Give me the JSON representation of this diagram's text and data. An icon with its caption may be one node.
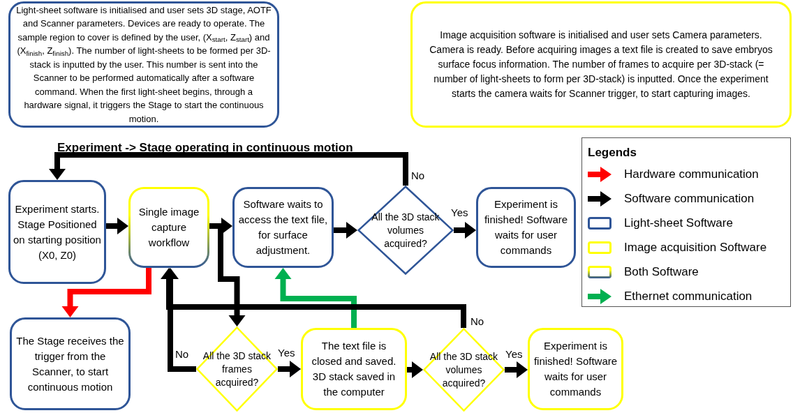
{
  "diagram": {
    "nodes": [
      {
        "text": [
          "Light-sheet software is initialised and user sets 3D stage, AOTF and Scanner parameters. Devices are ready to operate. The sample region to cover is defined by the user, (X$_{start}$, Z$_{start}$) and (X$_{finish}$, Z$_{finish}$). The number of light-sheets to be formed per 3D-stack is inputted by the user. This number is sent into the Scanner to be performed automatically after a software command. When the first light-sheet begins, through a hardware signal, it triggers the Stage to start the continuous motion."
        ]
      },
      {
        "text": [
          "Image acquisition software is initialised and user sets Camera parameters. Camera is ready. Before acquiring images a text file is created to save embryos surface focus information. The number of frames to acquire per 3D-stack (= number of light-sheets to form per 3D-stack) is inputted. Once the experiment starts the camera waits for Scanner trigger, to start capturing images."
        ]
      },
      {
        "text": [
          "Experiment starts. Stage Positioned on starting position (X0, Z0)"
        ]
      },
      {
        "text": [
          "Single image capture workflow"
        ]
      },
      {
        "text": [
          "Software waits to access the text file, for surface adjustment."
        ]
      },
      {
        "text": [
          "All the 3D stack volumes acquired?"
        ]
      },
      {
        "text": [
          "Experiment is finished! Software waits for user commands"
        ]
      },
      {
        "text": [
          "The Stage receives the trigger from the Scanner, to start continuous motion"
        ]
      },
      {
        "text": [
          "All the 3D stack frames acquired?"
        ]
      },
      {
        "text": [
          "The text file is closed and saved. 3D stack saved in the computer"
        ]
      },
      {
        "text": [
          "All the 3D stack volumes acquired?"
        ]
      },
      {
        "text": [
          "Experiment is finished! Software waits for user commands"
        ]
      }
    ],
    "edges": [
      {
        "from": 2,
        "to": 3,
        "arrow": "to"
      },
      {
        "from": 3,
        "to": 4,
        "arrow": "to"
      },
      {
        "from": 4,
        "to": 5,
        "arrow": "to"
      },
      {
        "from": 5,
        "to": 6,
        "arrow": "to",
        "label": "Yes"
      },
      {
        "from": 5,
        "to": 2,
        "arrow": "to",
        "label": "No"
      },
      {
        "from": 3,
        "to": 7,
        "arrow": "to",
        "color": "#ff0000"
      },
      {
        "from": 3,
        "to": 8,
        "arrow": "to"
      },
      {
        "from": 8,
        "to": 3,
        "arrow": "to",
        "label": "No"
      },
      {
        "from": 8,
        "to": 9,
        "arrow": "to",
        "label": "Yes"
      },
      {
        "from": 9,
        "to": 4,
        "arrow": "to",
        "color": "#00b050"
      },
      {
        "from": 9,
        "to": 10,
        "arrow": "to"
      },
      {
        "from": 10,
        "to": 3,
        "arrow": "to",
        "label": "No"
      },
      {
        "from": 10,
        "to": 11,
        "arrow": "to",
        "label": "Yes"
      }
    ],
    "labels": [
      "Experiment -> Stage operating in continuous motion",
      "Legends"
    ],
    "legend": [
      {
        "text": "Hardware communication",
        "color": "#ff0000"
      },
      {
        "text": "Software communication",
        "color": "#000000"
      },
      {
        "text": "Light-sheet Software",
        "color": "#2f5597"
      },
      {
        "text": "Image acquisition Software",
        "color": "#ffff00"
      },
      {
        "text": "Both Software"
      },
      {
        "text": "Ethernet communication",
        "color": "#00b050"
      }
    ]
  }
}
